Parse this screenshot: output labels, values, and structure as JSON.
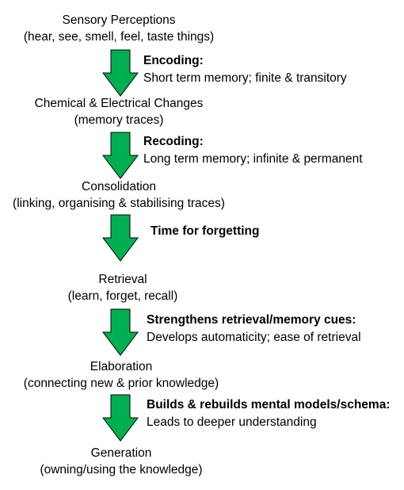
{
  "stages": [
    {
      "title": "Sensory Perceptions",
      "subtitle": "(hear, see, smell, feel, taste things)"
    },
    {
      "title": "Chemical & Electrical Changes",
      "subtitle": "(memory traces)"
    },
    {
      "title": "Consolidation",
      "subtitle": "(linking, organising & stabilising traces)"
    },
    {
      "title": "Retrieval",
      "subtitle": "(learn, forget, recall)"
    },
    {
      "title": "Elaboration",
      "subtitle": "(connecting new & prior knowledge)"
    },
    {
      "title": "Generation",
      "subtitle": "(owning/using the knowledge)"
    }
  ],
  "transitions": [
    {
      "heading": "Encoding:",
      "body": "Short term memory; finite & transitory"
    },
    {
      "heading": "Recoding:",
      "body": "Long term memory; infinite & permanent"
    },
    {
      "heading": "Time for forgetting",
      "body": ""
    },
    {
      "heading": "Strengthens retrieval/memory cues:",
      "body": "Develops automaticity; ease of retrieval"
    },
    {
      "heading": "Builds & rebuilds mental models/schema:",
      "body": "Leads to deeper understanding"
    }
  ],
  "colors": {
    "arrow_fill": "#00b050",
    "arrow_stroke": "#000000",
    "text": "#000000",
    "background": "#ffffff"
  },
  "icons": {
    "arrow": "down-arrow-icon"
  }
}
